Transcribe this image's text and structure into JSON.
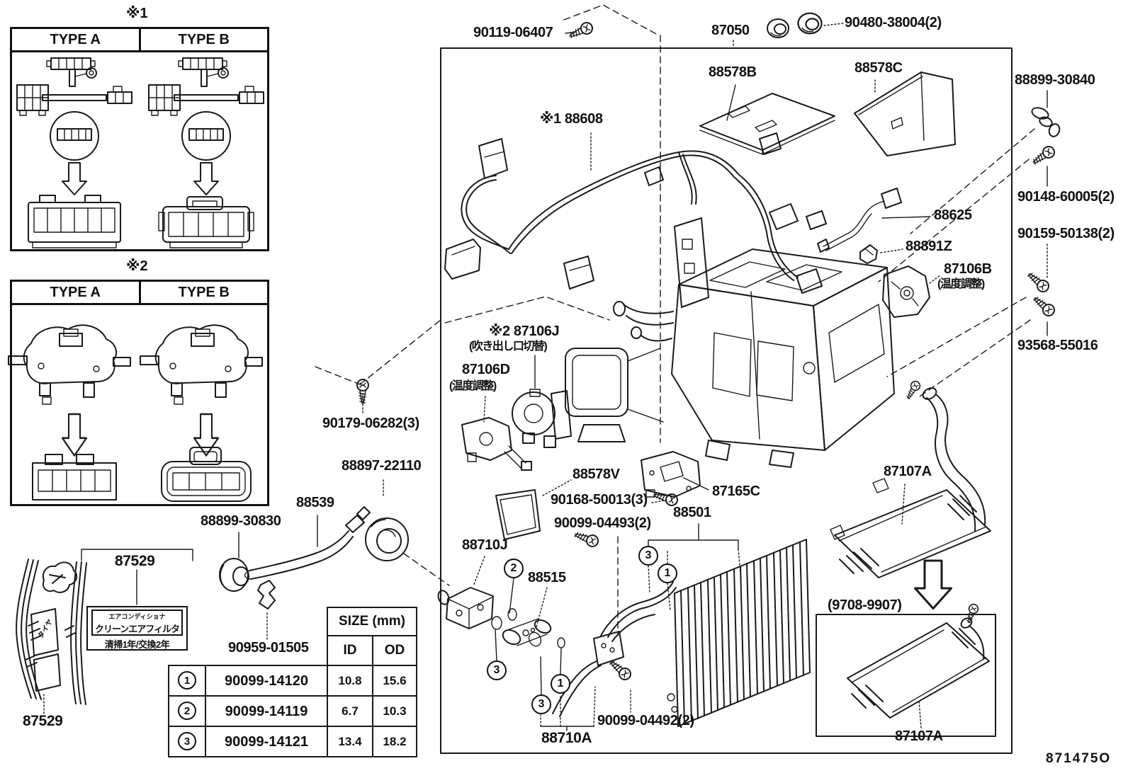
{
  "diagram_code": "871475O",
  "type_tables": {
    "t1": {
      "caption": "※1",
      "col1": "TYPE A",
      "col2": "TYPE B"
    },
    "t2": {
      "caption": "※2",
      "col1": "TYPE A",
      "col2": "TYPE B"
    }
  },
  "filter_label": {
    "line1": "エアコンディショナ",
    "line2": "クリーンエアフィルタ",
    "line3": "清掃1年/交換2年"
  },
  "sticker_text": "タイヤ",
  "size_table": {
    "title": "SIZE (mm)",
    "col_id": "ID",
    "col_od": "OD",
    "rows": [
      {
        "num": "1",
        "part": "90099-14120",
        "id": "10.8",
        "od": "15.6"
      },
      {
        "num": "2",
        "part": "90099-14119",
        "id": "6.7",
        "od": "10.3"
      },
      {
        "num": "3",
        "part": "90099-14121",
        "id": "13.4",
        "od": "18.2"
      }
    ]
  },
  "callouts": {
    "one": "1",
    "two": "2",
    "three": "3"
  },
  "labels": {
    "l90119": "90119-06407",
    "l87050": "87050",
    "l90480": "90480-38004(2)",
    "l88578b": "88578B",
    "l88578c": "88578C",
    "l88899_30840": "88899-30840",
    "l90148": "90148-60005(2)",
    "l90159": "90159-50138(2)",
    "l93568": "93568-55016",
    "l88608": "※1 88608",
    "l88625": "88625",
    "l88891z": "88891Z",
    "l87106b": "87106B",
    "l87106b_note": "(温度調整)",
    "l87106j": "※2 87106J",
    "l87106j_note": "(吹き出し口切替)",
    "l87106d": "87106D",
    "l87106d_note": "(温度調整)",
    "l90179": "90179-06282(3)",
    "l88897": "88897-22110",
    "l88539": "88539",
    "l88899_30830": "88899-30830",
    "l87529_upper": "87529",
    "l90959": "90959-01505",
    "l87529_lower": "87529",
    "l88578v": "88578V",
    "l90168": "90168-50013(3)",
    "l87165c": "87165C",
    "l88501": "88501",
    "l90099_04493": "90099-04493(2)",
    "l88710j": "88710J",
    "l88515": "88515",
    "l90099_04492": "90099-04492(2)",
    "l88710a": "88710A",
    "l87107a_upper": "87107A",
    "l9708": "(9708-9907)",
    "l87107a_lower": "87107A"
  }
}
